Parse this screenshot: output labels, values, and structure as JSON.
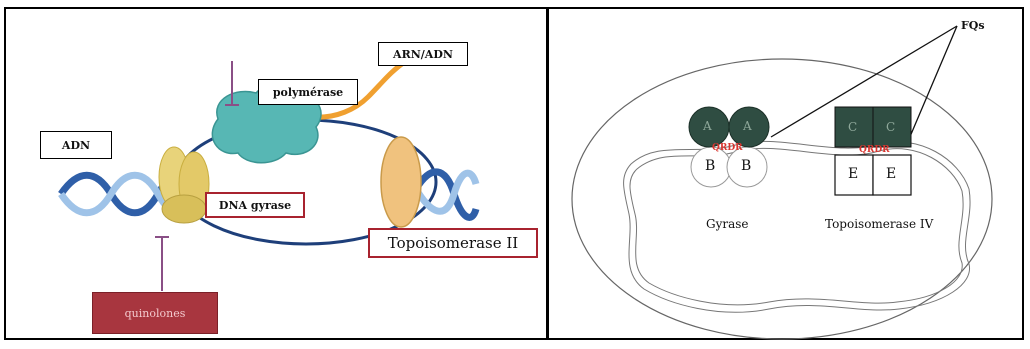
{
  "left_panel": {
    "labels": {
      "adn": "ADN",
      "arn_adn": "ARN/ADN",
      "polymerase": "polymérase",
      "dna_gyrase": "DNA gyrase",
      "topoisomerase_ii": "Topoisomerase II",
      "quinolones": "quinolones"
    },
    "colors": {
      "helix_blue": "#2f5fa8",
      "polymerase_cyan": "#57b7b4",
      "gyrase_yellow": "#e8d37a",
      "topo_orange": "#f0c27e",
      "arn_strand_orange": "#f0a030",
      "inhibitor_purple": "#8a4f86",
      "quinolones_fill": "#a8363f"
    }
  },
  "right_panel": {
    "labels": {
      "fqs": "FQs",
      "gyrase": "Gyrase",
      "topoisomerase_iv": "Topoisomerase IV",
      "qrdr_a": "QRDR",
      "qrdr_c": "QRDR"
    },
    "subunits": {
      "gyrase_top": [
        "A",
        "A"
      ],
      "gyrase_bottom": [
        "B",
        "B"
      ],
      "topo_top": [
        "C",
        "C"
      ],
      "topo_bottom": [
        "E",
        "E"
      ]
    },
    "colors": {
      "subunit_dark": "#2f4d42",
      "qrdr_red": "#d9352f"
    }
  }
}
